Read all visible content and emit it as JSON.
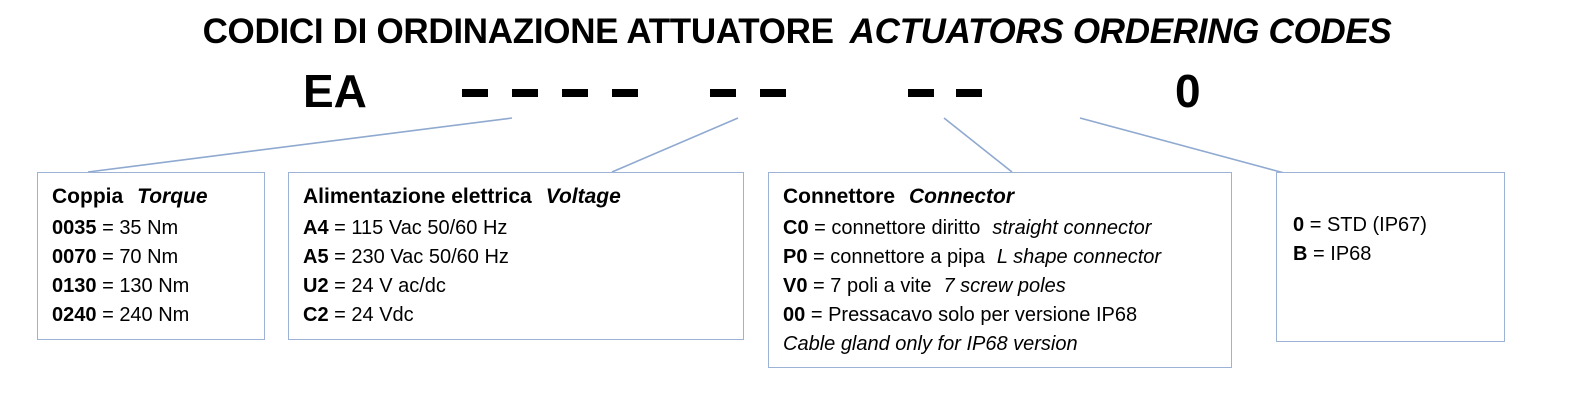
{
  "title": {
    "italian": "CODICI DI ORDINAZIONE ATTUATORE",
    "english": "ACTUATORS ORDERING CODES"
  },
  "code_line": {
    "prefix": "EA",
    "suffix": "0",
    "dash_groups": [
      4,
      2,
      2
    ]
  },
  "colors": {
    "box_border": "#9db3d6",
    "leader_line": "#8fa9d0",
    "text": "#000000",
    "background": "#ffffff"
  },
  "boxes": [
    {
      "id": "torque",
      "head_it": "Coppia",
      "head_en": "Torque",
      "rows": [
        {
          "code": "0035",
          "eq": "=",
          "text": "35 Nm",
          "italic": ""
        },
        {
          "code": "0070",
          "eq": "=",
          "text": "70 Nm",
          "italic": ""
        },
        {
          "code": "0130",
          "eq": "=",
          "text": "130 Nm",
          "italic": ""
        },
        {
          "code": "0240",
          "eq": "=",
          "text": "240 Nm",
          "italic": ""
        }
      ]
    },
    {
      "id": "voltage",
      "head_it": "Alimentazione elettrica",
      "head_en": "Voltage",
      "rows": [
        {
          "code": "A4",
          "eq": "=",
          "text": "115 Vac 50/60 Hz",
          "italic": ""
        },
        {
          "code": "A5",
          "eq": "=",
          "text": "230 Vac 50/60 Hz",
          "italic": ""
        },
        {
          "code": "U2",
          "eq": "=",
          "text": "24 V ac/dc",
          "italic": ""
        },
        {
          "code": "C2",
          "eq": "=",
          "text": "24 Vdc",
          "italic": ""
        }
      ]
    },
    {
      "id": "connector",
      "head_it": "Connettore",
      "head_en": "Connector",
      "rows": [
        {
          "code": "C0",
          "eq": "=",
          "text": "connettore diritto",
          "italic": "straight connector"
        },
        {
          "code": "P0",
          "eq": "=",
          "text": "connettore a pipa",
          "italic": "L shape connector"
        },
        {
          "code": "V0",
          "eq": "=",
          "text": "7 poli a vite",
          "italic": "7 screw poles"
        },
        {
          "code": "00",
          "eq": "=",
          "text": "Pressacavo solo per versione IP68",
          "italic": ""
        }
      ],
      "note_italic": "Cable gland only for IP68 version"
    },
    {
      "id": "protection",
      "head_it": "",
      "head_en": "",
      "rows": [
        {
          "code": "0",
          "eq": "=",
          "text": "STD (IP67)",
          "italic": ""
        },
        {
          "code": "B",
          "eq": "=",
          "text": "IP68",
          "italic": ""
        }
      ]
    }
  ]
}
